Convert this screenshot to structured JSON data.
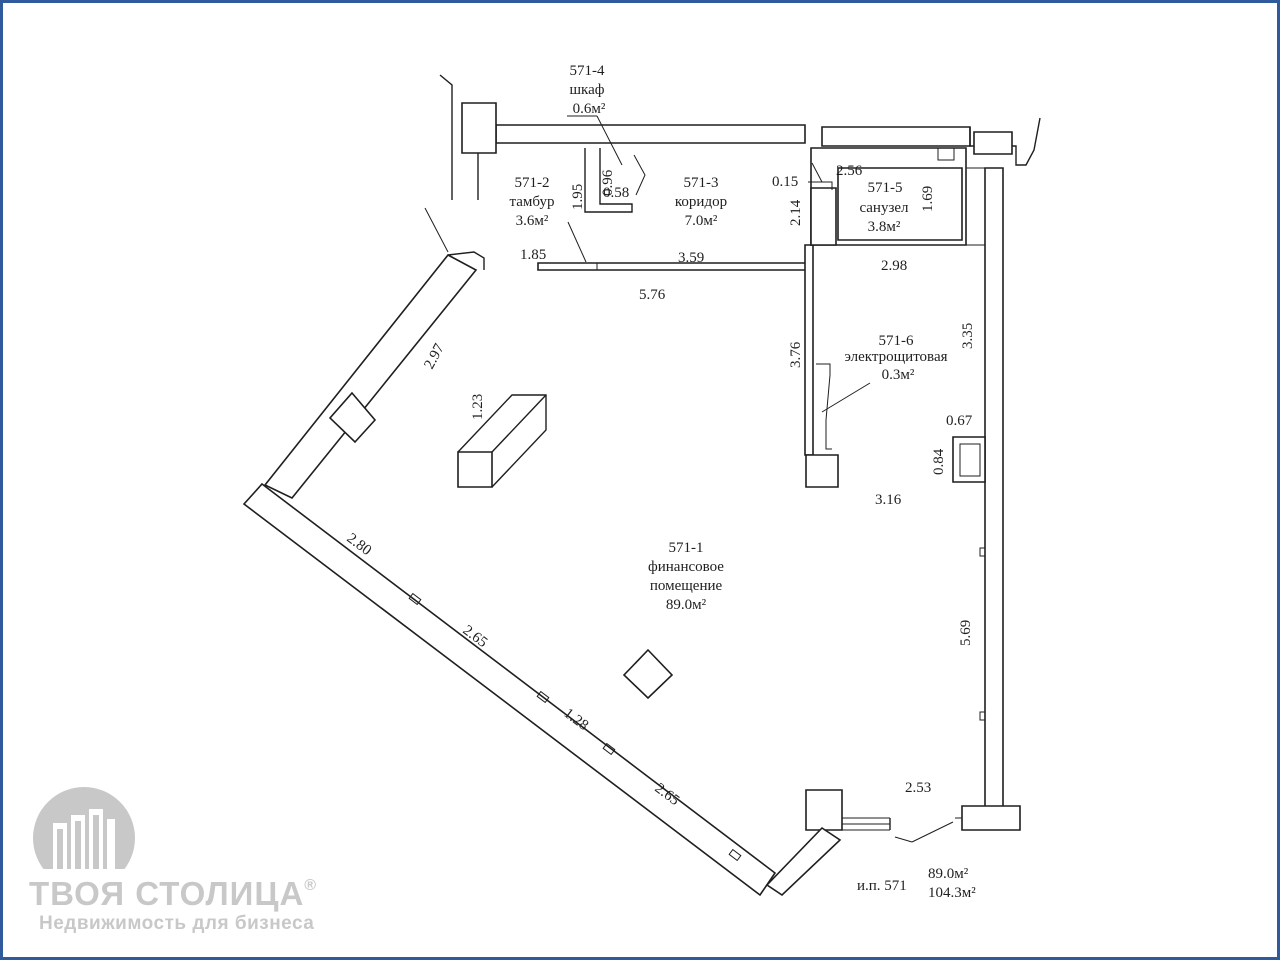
{
  "rooms": [
    {
      "id": "571-4",
      "name": "шкаф",
      "area": "0.6м²"
    },
    {
      "id": "571-2",
      "name": "тамбур",
      "area": "3.6м²"
    },
    {
      "id": "571-3",
      "name": "коридор",
      "area": "7.0м²"
    },
    {
      "id": "571-5",
      "name": "санузел",
      "area": "3.8м²"
    },
    {
      "id": "571-6",
      "name": "электрощитовая",
      "area": "0.3м²"
    },
    {
      "id": "571-1",
      "name_line1": "финансовое",
      "name_line2": "помещение",
      "area": "89.0м²"
    }
  ],
  "dimensions": {
    "d_096": "0.96",
    "d_058": "0.58",
    "d_195": "1.95",
    "d_185": "1.85",
    "d_359": "3.59",
    "d_576": "5.76",
    "d_015": "0.15",
    "d_214": "2.14",
    "d_256": "2.56",
    "d_169": "1.69",
    "d_298": "2.98",
    "d_335": "3.35",
    "d_376": "3.76",
    "d_297": "2.97",
    "d_123": "1.23",
    "d_067": "0.67",
    "d_084": "0.84",
    "d_316": "3.16",
    "d_280": "2.80",
    "d_265a": "2.65",
    "d_128": "1.28",
    "d_265b": "2.65",
    "d_569": "5.69",
    "d_253": "2.53"
  },
  "summary": {
    "label": "и.п. 571",
    "area_main": "89.0м²",
    "area_total": "104.3м²"
  },
  "logo": {
    "brand": "ТВОЯ СТОЛИЦА",
    "reg": "®",
    "tagline": "Недвижимость для бизнеса"
  },
  "colors": {
    "frame": "#2f5b9c",
    "ink": "#1f1f1f",
    "logo_gray": "#c8c8c8"
  }
}
